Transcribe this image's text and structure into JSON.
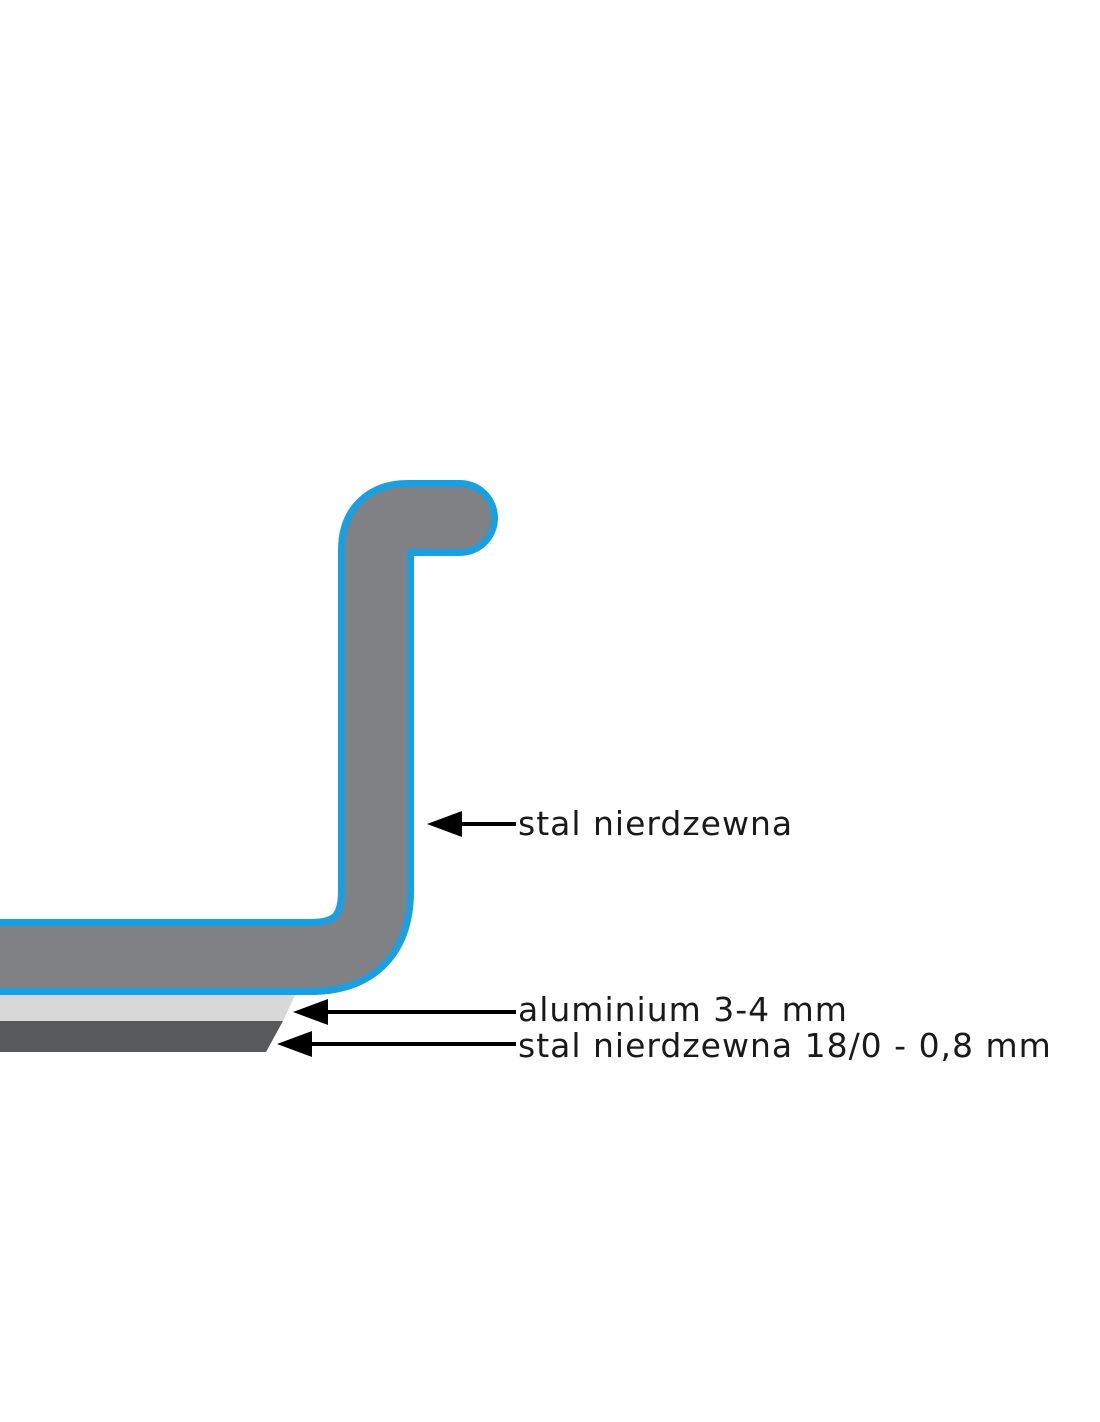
{
  "labels": {
    "wall": "stal nierdzewna",
    "aluminium": "aluminium 3-4 mm",
    "base": "stal nierdzewna 18/0 - 0,8 mm"
  },
  "colors": {
    "wall_fill": "#808184",
    "outline": "#1aa0e0",
    "aluminium_layer": "#d8d8d9",
    "base_layer": "#58595b",
    "arrow": "#000000",
    "text": "#1a1a1a"
  }
}
